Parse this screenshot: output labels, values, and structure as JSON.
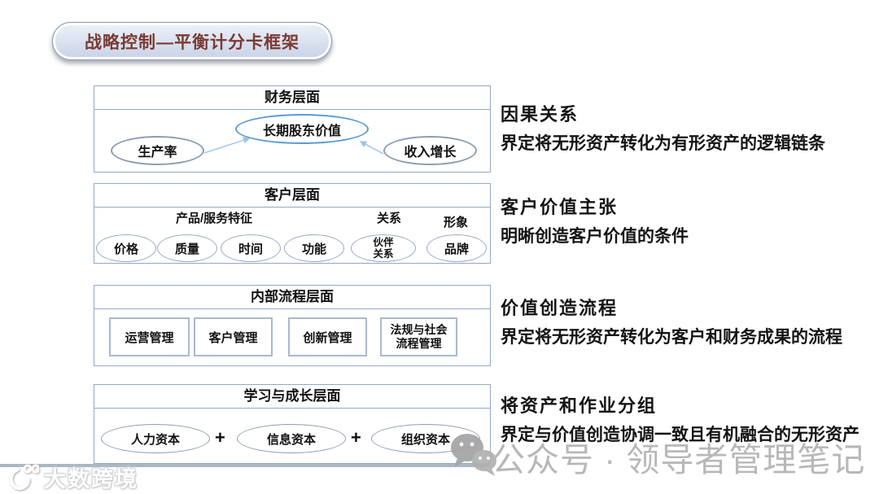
{
  "title": {
    "text": "战略控制—平衡计分卡框架"
  },
  "panels": [
    {
      "header": "财务层面",
      "main_node": "长期股东价值",
      "left_node": "生产率",
      "right_node": "收入增长"
    },
    {
      "header": "客户层面",
      "labels": {
        "product": "产品/服务特征",
        "relationship": "关系",
        "image": "形象"
      },
      "nodes": [
        "价格",
        "质量",
        "时间",
        "功能",
        "伙伴关系",
        "品牌"
      ]
    },
    {
      "header": "内部流程层面",
      "nodes": [
        "运营管理",
        "客户管理",
        "创新管理",
        "法规与社会流程管理"
      ]
    },
    {
      "header": "学习与成长层面",
      "nodes": [
        "人力资本",
        "信息资本",
        "组织资本"
      ],
      "plus_sign": "+"
    }
  ],
  "annotations": [
    {
      "heading": "因果关系",
      "body": "界定将无形资产转化为有形资产的逻辑链条"
    },
    {
      "heading": "客户价值主张",
      "body": "明晰创造客户价值的条件"
    },
    {
      "heading": "价值创造流程",
      "body": "界定将无形资产转化为客户和财务成果的流程"
    },
    {
      "heading": "将资产和作业分组",
      "body": "界定与价值创造协调一致且有机融合的无形资产"
    }
  ],
  "watermark": {
    "text": "公众号 · 领导者管理笔记",
    "icon": "wechat-logo"
  },
  "footer_logo": {
    "text": "大数跨境",
    "icon": "dashu-100-smiley"
  },
  "colors": {
    "panel_border": "#93a9c4",
    "node_border": "#8d9cb5",
    "highlight_node_border": "#5b9bd5",
    "arrow": "#9dc3e6",
    "title_text": "#7b3a33",
    "bottom_strip": "#a9b8c6",
    "watermark_text": "#b8b8b8"
  }
}
